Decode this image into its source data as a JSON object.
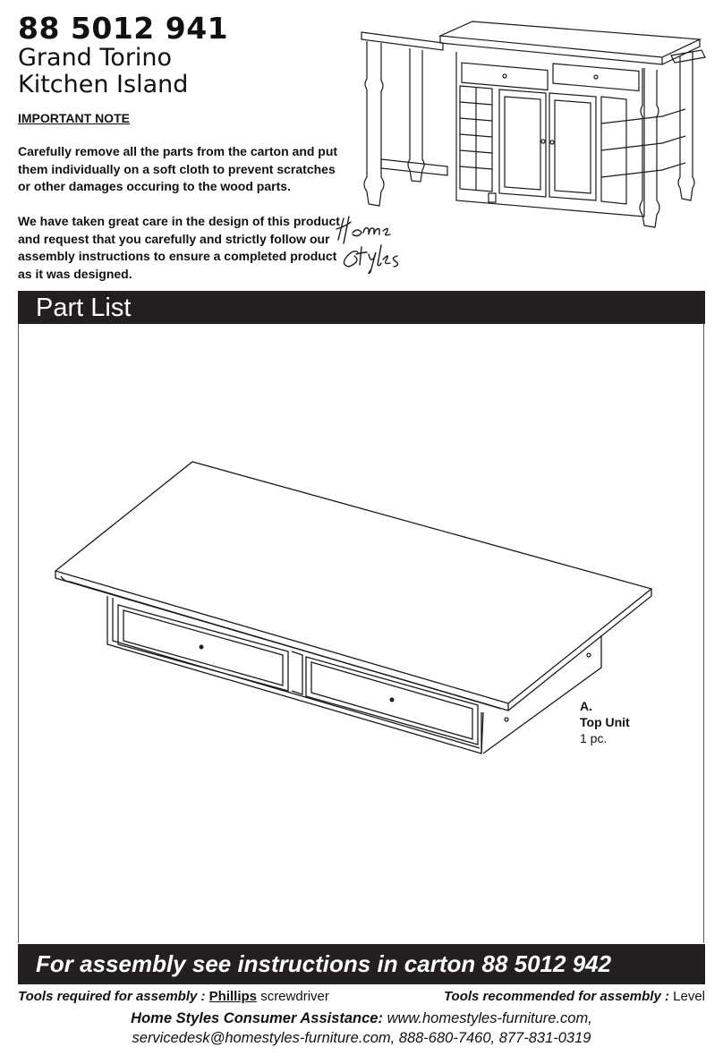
{
  "header": {
    "model_number": "88 5012 941",
    "product_line": "Grand Torino",
    "product_type": "Kitchen Island"
  },
  "important_note": {
    "title": "IMPORTANT NOTE",
    "paragraph_1": "Carefully remove all the parts from the carton and put them individually on a soft cloth to prevent scratches or other damages occuring to the wood parts.",
    "paragraph_2": "We have taken great care in the design of this product and request that you carefully and strictly follow our assembly instructions to ensure a completed product as it was designed."
  },
  "logo": {
    "line_1": "Home",
    "line_2": "Styles"
  },
  "part_list": {
    "title": "Part List",
    "parts": [
      {
        "letter": "A.",
        "name": "Top Unit",
        "quantity": "1 pc."
      }
    ]
  },
  "assembly_banner": "For assembly see instructions in carton 88 5012 942",
  "tools": {
    "required_label": "Tools required  for  assembly :",
    "required_tool": "Phillips",
    "required_tool_suffix": "screwdriver",
    "recommended_label": "Tools recommended for assembly :",
    "recommended_tool": "Level"
  },
  "consumer_assistance": {
    "label": "Home Styles Consumer Assistance:",
    "line_1": "www.homestyles-furniture.com,",
    "line_2": "servicedesk@homestyles-furniture.com, 888-680-7460, 877-831-0319"
  },
  "colors": {
    "bar_background": "#231f20",
    "bar_text": "#ffffff",
    "text": "#111111"
  }
}
